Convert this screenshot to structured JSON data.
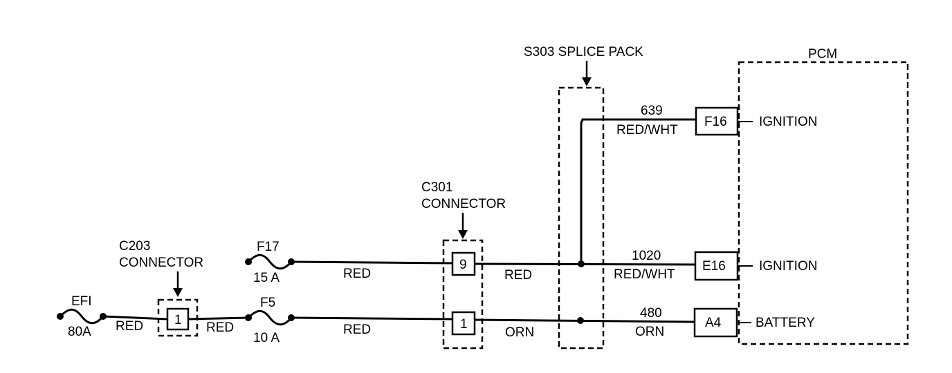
{
  "pcm": {
    "title": "PCM",
    "pins": [
      {
        "id": "F16",
        "function": "IGNITION",
        "circuit": "639",
        "wire_color": "RED/WHT"
      },
      {
        "id": "E16",
        "function": "IGNITION",
        "circuit": "1020",
        "wire_color": "RED/WHT"
      },
      {
        "id": "A4",
        "function": "BATTERY",
        "circuit": "480",
        "wire_color": "ORN"
      }
    ]
  },
  "splice_pack": {
    "label": "S303 SPLICE PACK"
  },
  "c301": {
    "line1": "C301",
    "line2": "CONNECTOR",
    "pin_top": "9",
    "pin_bottom": "1"
  },
  "c203": {
    "line1": "C203",
    "line2": "CONNECTOR",
    "pin": "1"
  },
  "fuses": {
    "efi": {
      "name": "EFI",
      "rating": "80A"
    },
    "f5": {
      "name": "F5",
      "rating": "10 A"
    },
    "f17": {
      "name": "F17",
      "rating": "15 A"
    }
  },
  "wires": {
    "efi_to_c203": "RED",
    "c203_to_f5": "RED",
    "f5_to_c301": "RED",
    "f17_to_c301": "RED",
    "c301_pin9_out": "RED",
    "c301_pin1_out": "ORN"
  }
}
